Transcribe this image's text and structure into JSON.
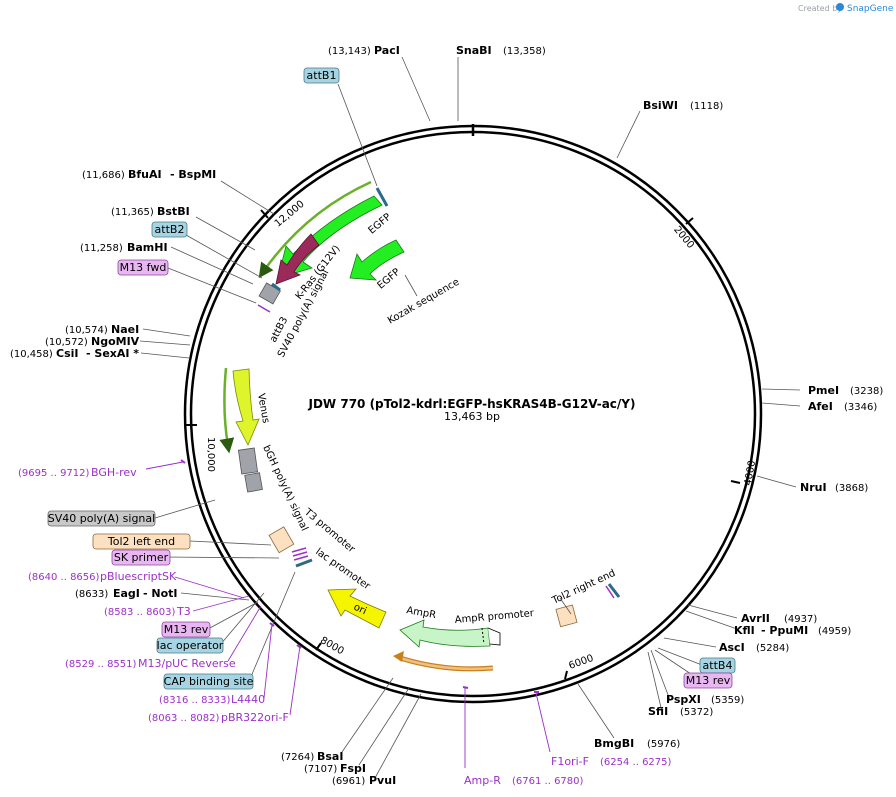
{
  "watermark": {
    "prefix": "Created by",
    "brand": "SnapGene"
  },
  "plasmid": {
    "name": "JDW 770 (pTol2-kdrl:EGFP-hsKRAS4B-G12V-ac/Y)",
    "length": "13,463 bp"
  },
  "ticks": [
    "2000",
    "4000",
    "6000",
    "8000",
    "10,000",
    "12,000"
  ],
  "sites": {
    "pac": {
      "pos": "(13,143)",
      "name": "PacI"
    },
    "sna": {
      "pos": "(13,358)",
      "name": "SnaBI"
    },
    "bsiwi": {
      "name": "BsiWI",
      "pos": "(1118)"
    },
    "bfuai": {
      "pos": "(11,686)",
      "name": "BfuAI",
      "name2": "- BspMI"
    },
    "bstbi": {
      "pos": "(11,365)",
      "name": "BstBI"
    },
    "bamhi": {
      "pos": "(11,258)",
      "name": "BamHI"
    },
    "naei": {
      "pos": "(10,574)",
      "name": "NaeI"
    },
    "ngomiv": {
      "pos": "(10,572)",
      "name": "NgoMIV"
    },
    "csii": {
      "pos": "(10,458)",
      "name": "CsiI",
      "name2": "- SexAI *"
    },
    "pmei": {
      "name": "PmeI",
      "pos": "(3238)"
    },
    "afei": {
      "name": "AfeI",
      "pos": "(3346)"
    },
    "nrui": {
      "name": "NruI",
      "pos": "(3868)"
    },
    "avrii": {
      "name": "AvrII",
      "pos": "(4937)"
    },
    "kfli": {
      "name": "KflI",
      "name2": "- PpuMI",
      "pos": "(4959)"
    },
    "asci": {
      "name": "AscI",
      "pos": "(5284)"
    },
    "pspxi": {
      "name": "PspXI",
      "pos": "(5359)"
    },
    "sfii": {
      "name": "SfiI",
      "pos": "(5372)"
    },
    "bmgbi": {
      "name": "BmgBI",
      "pos": "(5976)"
    },
    "eagi": {
      "pos": "(8633)",
      "name": "EagI",
      "name2": "- NotI"
    },
    "bsai": {
      "pos": "(7264)",
      "name": "BsaI"
    },
    "fspi": {
      "pos": "(7107)",
      "name": "FspI"
    },
    "pvui": {
      "pos": "(6961)",
      "name": "PvuI"
    }
  },
  "primers": {
    "bgh": {
      "pos": "(9695 .. 9712)",
      "name": "BGH-rev"
    },
    "pbs": {
      "pos": "(8640 .. 8656)",
      "name": "pBluescriptSK"
    },
    "t3": {
      "pos": "(8583 .. 8603)",
      "name": "T3"
    },
    "m13puc": {
      "pos": "(8529 .. 8551)",
      "name": "M13/pUC Reverse"
    },
    "l4440": {
      "pos": "(8316 .. 8333)",
      "name": "L4440"
    },
    "pbr": {
      "pos": "(8063 .. 8082)",
      "name": "pBR322ori-F"
    },
    "ampr": {
      "name": "Amp-R",
      "pos": "(6761 .. 6780)"
    },
    "f1": {
      "name": "F1ori-F",
      "pos": "(6254 .. 6275)"
    }
  },
  "tags": {
    "attb1": "attB1",
    "attb2": "attB2",
    "m13fwd": "M13 fwd",
    "sv40": "SV40 poly(A) signal",
    "tol2l": "Tol2 left end",
    "skprimer": "SK primer",
    "m13rev_l": "M13 rev",
    "lacop": "lac operator",
    "cap": "CAP binding site",
    "attb4": "attB4",
    "m13rev_r": "M13 rev"
  },
  "features": {
    "egfp1": "EGFP",
    "egfp2": "EGFP",
    "kozak": "Kozak sequence",
    "kras": "K-Ras (G12V)",
    "sv40in": "SV40 poly(A) signal",
    "attb3": "attB3",
    "venus": "Venus",
    "bgh": "bGH poly(A) signal",
    "t3p": "T3 promoter",
    "lacp": "lac promoter",
    "ori": "ori",
    "ampr": "AmpR",
    "amprp": "AmpR promoter",
    "tol2r": "Tol2 right end"
  },
  "colors": {
    "egfp": "#22ee22",
    "kras": "#9a2a5a",
    "venus": "#ddf52a",
    "ori": "#f5f500",
    "ampr": "#c8f5c8",
    "tol2": "#fde0c0",
    "polyA": "#a0a4aa",
    "attTag": "#a6d4e2",
    "primerTag": "#e8b6f0",
    "greyTag": "#c8c8c8",
    "peachTag": "#fde0c0",
    "primerText": "#9b30c8"
  }
}
